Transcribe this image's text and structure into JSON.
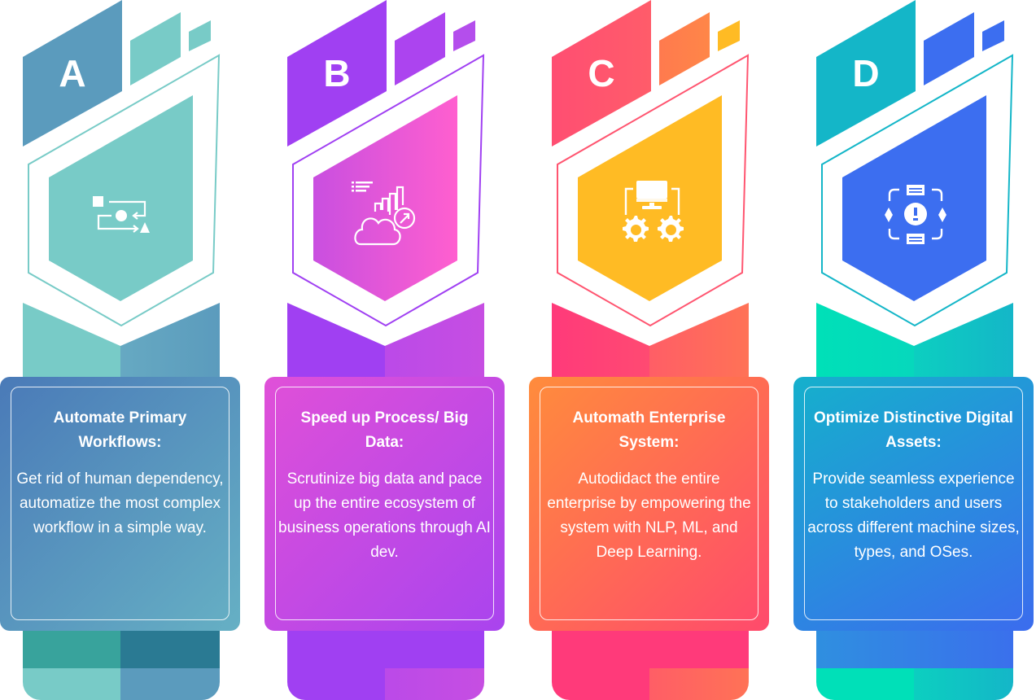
{
  "columns": [
    {
      "letter": "A",
      "icon": "workflow-icon",
      "title": "Automate Primary Workflows:",
      "body": "Get rid of human dependency, automatize the most complex workflow in a simple way.",
      "colors": {
        "big_tab": "#5b9bbd",
        "mid_tab": "#78cbc7",
        "small_tab": "#78cbc7",
        "outline": "#78cbc7",
        "hex_fill_start": "#78cbc7",
        "hex_fill_end": "#78cbc7",
        "band_left": "#78cbc7",
        "band_right_start": "#66a9c2",
        "band_right_end": "#5b9bbd",
        "card_start": "#4a7ab8",
        "card_end": "#66b0c4",
        "base_dark_left": "#38a39c",
        "base_dark_right": "#2a7a93",
        "base_light_left": "#78cbc7",
        "base_light_right": "#5b9bbd"
      }
    },
    {
      "letter": "B",
      "icon": "cloud-analytics-icon",
      "title": "Speed up Process/ Big Data:",
      "body": "Scrutinize big data and pace up the entire ecosystem of business operations through AI dev.",
      "colors": {
        "big_tab": "#a040f2",
        "mid_tab": "#ac44ef",
        "small_tab": "#b44eec",
        "outline": "#a040f2",
        "hex_fill_start": "#c94fe0",
        "hex_fill_end": "#ff5fcf",
        "band_left": "#a040f2",
        "band_right_start": "#bb4ae8",
        "band_right_end": "#c64ee2",
        "card_start": "#e050d8",
        "card_end": "#a944ee",
        "base_dark_left": "#a040f2",
        "base_dark_right": "#a040f2",
        "base_light_left": "#a040f2",
        "base_light_right": "#c64ee2"
      }
    },
    {
      "letter": "C",
      "icon": "computer-gears-icon",
      "title": "Automath Enterprise System:",
      "body": "Autodidact the entire enterprise by empowering the system with NLP, ML, and Deep Learning.",
      "colors": {
        "big_tab": "#ff5570",
        "mid_tab": "#ff7d4c",
        "small_tab": "#ffbb24",
        "outline": "#ff5570",
        "hex_fill_start": "#ffbb24",
        "hex_fill_end": "#ffbb24",
        "band_left": "#ff3a7a",
        "band_right_start": "#ff5e66",
        "band_right_end": "#ff7256",
        "card_start": "#ff8c3c",
        "card_end": "#ff4a6c",
        "base_dark_left": "#ff3a7a",
        "base_dark_right": "#ff3a7a",
        "base_light_left": "#ff3a7a",
        "base_light_right": "#ff7256"
      }
    },
    {
      "letter": "D",
      "icon": "digital-asset-icon",
      "title": "Optimize Distinctive Digital Assets:",
      "body": "Provide seamless experience to stakeholders and users across different machine sizes, types, and OSes.",
      "colors": {
        "big_tab": "#14b6c8",
        "mid_tab": "#3c6ef0",
        "small_tab": "#3c6ef0",
        "outline": "#14b6c8",
        "hex_fill_start": "#3c6ef0",
        "hex_fill_end": "#3c6ef0",
        "band_left": "#00e0b8",
        "band_right_start": "#0ccfc0",
        "band_right_end": "#14b6c8",
        "card_start": "#15b0cc",
        "card_end": "#3b6cee",
        "base_dark_left": "#2f8fe0",
        "base_dark_right": "#3a70ec",
        "base_light_left": "#00e0b8",
        "base_light_right": "#14bfc8"
      }
    }
  ]
}
